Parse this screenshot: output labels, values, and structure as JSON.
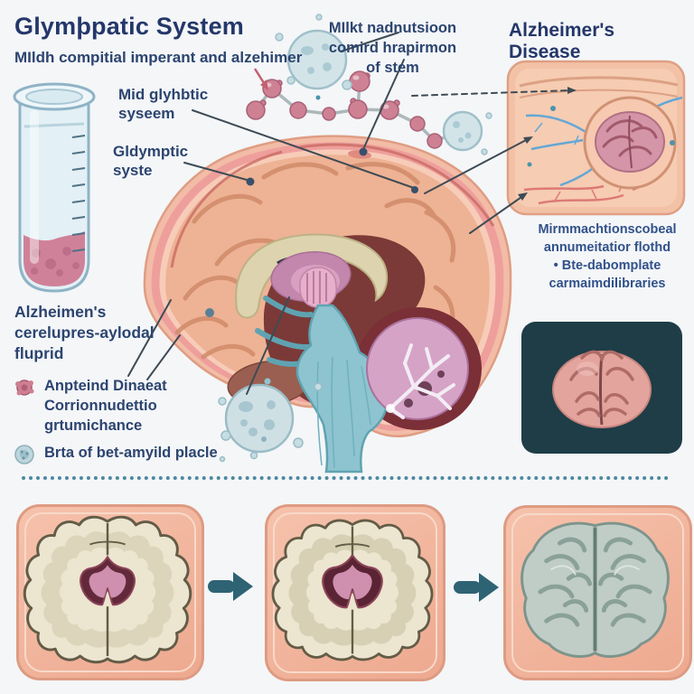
{
  "header": {
    "title": "Glymþpatic System",
    "subtitle": "MIldh compitial imperant and alzehimer",
    "right_title": "Alzheimer's Disease"
  },
  "top_note": {
    "lines": [
      "MIlkt nadnutsioon",
      "comird hrapirmon",
      "of stem"
    ]
  },
  "labels": {
    "mid_glymbtic": {
      "lines": [
        "Mid glyhbtic",
        "syseem"
      ]
    },
    "gldymptic": {
      "lines": [
        "Gldymptic",
        "syste"
      ]
    },
    "csf_block": {
      "lines": [
        "Alzheimen's",
        "cerelupres-aylodal",
        "fluprid"
      ]
    }
  },
  "legend": [
    {
      "icon": "amyloid-cluster-icon",
      "lines": [
        "Anpteind Dinaeat",
        "Corrionnudettio",
        "grtumichance"
      ]
    },
    {
      "icon": "plaque-cell-icon",
      "lines": [
        "Brta of bet-amyild placle"
      ]
    }
  ],
  "right_note": {
    "lines": [
      "Mirmmachtionscobeal",
      "annumeitatior flothd",
      "• Bte-dabomplate",
      "carmaimdilibraries"
    ]
  },
  "bottom": {
    "stages": [
      "coronal-brain-slice",
      "coronal-brain-slice-progressed",
      "atrophied-brain-top-view"
    ]
  },
  "palette": {
    "background": "#f4f6f8",
    "title_navy": "#24376a",
    "text_navy": "#2c446f",
    "leader_line": "#3e4b55",
    "arrow_teal": "#2e6374",
    "dotted_teal": "#4e87a0",
    "molecule_pink": "#cd8193",
    "cell_blue": "#d3e4e8",
    "cortex_peach": "#eeb294",
    "rim_pink": "#ee9f9c",
    "csf_blue": "#8ec4cf",
    "cerebellum_pink": "#d5a3c6",
    "deep_maroon": "#7b2f36",
    "corpus_cream": "#ddd3ae",
    "dark_inset_teal": "#1e3d47",
    "panel_skin": "#f2b49d",
    "slice_cream": "#ece5cf",
    "atrophy_gray": "#bfcdc6",
    "tube_liquid": "#d0819a"
  }
}
